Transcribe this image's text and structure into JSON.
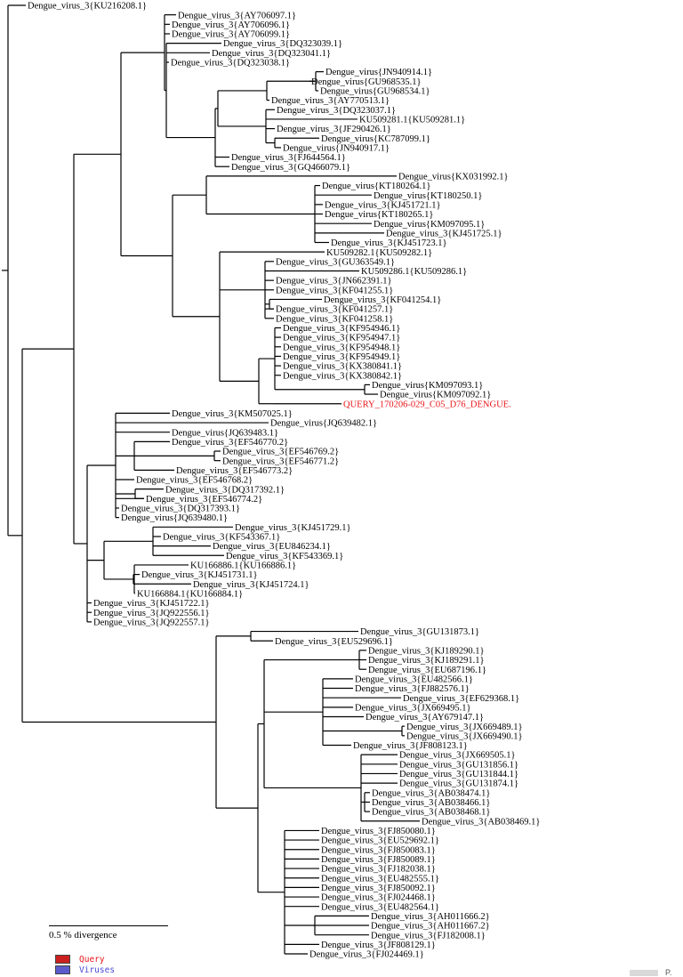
{
  "tree": {
    "leaves": [
      {
        "id": "L1",
        "label": "Dengue_virus_3{KU216208.1}"
      },
      {
        "id": "L2",
        "label": "Dengue_virus_3{AY706097.1}"
      },
      {
        "id": "L3",
        "label": "Dengue_virus_3{AY706096.1}"
      },
      {
        "id": "L4",
        "label": "Dengue_virus_3{AY706099.1}"
      },
      {
        "id": "L5",
        "label": "Dengue_virus_3{DQ323039.1}"
      },
      {
        "id": "L6",
        "label": "Dengue_virus_3{DQ323041.1}"
      },
      {
        "id": "L7",
        "label": "Dengue_virus_3{DQ323038.1}"
      },
      {
        "id": "L8",
        "label": "Dengue_virus{JN940914.1}"
      },
      {
        "id": "L9",
        "label": "Dengue_virus{GU968535.1}"
      },
      {
        "id": "L10",
        "label": "Dengue_virus{GU968534.1}"
      },
      {
        "id": "L11",
        "label": "Dengue_virus_3{AY770513.1}"
      },
      {
        "id": "L12",
        "label": "Dengue_virus_3{DQ323037.1}"
      },
      {
        "id": "L13",
        "label": "KU509281.1{KU509281.1}"
      },
      {
        "id": "L14",
        "label": "Dengue_virus_3{JF290426.1}"
      },
      {
        "id": "L15",
        "label": "Dengue_virus{KC787099.1}"
      },
      {
        "id": "L16",
        "label": "Dengue_virus{JN940917.1}"
      },
      {
        "id": "L17",
        "label": "Dengue_virus_3{FJ644564.1}"
      },
      {
        "id": "L18",
        "label": "Dengue_virus_3{GQ466079.1}"
      },
      {
        "id": "L19",
        "label": "Dengue_virus{KX031992.1}"
      },
      {
        "id": "L20",
        "label": "Dengue_virus{KT180264.1}"
      },
      {
        "id": "L21",
        "label": "Dengue_virus{KT180250.1}"
      },
      {
        "id": "L22",
        "label": "Dengue_virus_3{KJ451721.1}"
      },
      {
        "id": "L23",
        "label": "Dengue_virus{KT180265.1}"
      },
      {
        "id": "L24",
        "label": "Dengue_virus{KM097095.1}"
      },
      {
        "id": "L25",
        "label": "Dengue_virus_3{KJ451725.1}"
      },
      {
        "id": "L26",
        "label": "Dengue_virus_3{KJ451723.1}"
      },
      {
        "id": "L27",
        "label": "KU509282.1{KU509282.1}"
      },
      {
        "id": "L28",
        "label": "Dengue_virus_3{GU363549.1}"
      },
      {
        "id": "L29",
        "label": "KU509286.1{KU509286.1}"
      },
      {
        "id": "L30",
        "label": "Dengue_virus_3{JN662391.1}"
      },
      {
        "id": "L31",
        "label": "Dengue_virus_3{KF041255.1}"
      },
      {
        "id": "L32",
        "label": "Dengue_virus_3{KF041254.1}"
      },
      {
        "id": "L33",
        "label": "Dengue_virus_3{KF041257.1}"
      },
      {
        "id": "L34",
        "label": "Dengue_virus_3{KF041258.1}"
      },
      {
        "id": "L35",
        "label": "Dengue_virus_3{KF954946.1}"
      },
      {
        "id": "L36",
        "label": "Dengue_virus_3{KF954947.1}"
      },
      {
        "id": "L37",
        "label": "Dengue_virus_3{KF954948.1}"
      },
      {
        "id": "L38",
        "label": "Dengue_virus_3{KF954949.1}"
      },
      {
        "id": "L39",
        "label": "Dengue_virus_3{KX380841.1}"
      },
      {
        "id": "L40",
        "label": "Dengue_virus_3{KX380842.1}"
      },
      {
        "id": "L41",
        "label": "Dengue_virus{KM097093.1}"
      },
      {
        "id": "L42",
        "label": "Dengue_virus{KM097092.1}"
      },
      {
        "id": "L43",
        "label": "QUERY_170206-029_C05_D76_DENGUE.",
        "query": true
      },
      {
        "id": "L44",
        "label": "Dengue_virus_3{KM507025.1}"
      },
      {
        "id": "L45",
        "label": "Dengue_virus{JQ639482.1}"
      },
      {
        "id": "L46",
        "label": "Dengue_virus{JQ639483.1}"
      },
      {
        "id": "L47",
        "label": "Dengue_virus_3{EF546770.2}"
      },
      {
        "id": "L48",
        "label": "Dengue_virus_3{EF546769.2}"
      },
      {
        "id": "L49",
        "label": "Dengue_virus_3{EF546771.2}"
      },
      {
        "id": "L50",
        "label": "Dengue_virus_3{EF546773.2}"
      },
      {
        "id": "L51",
        "label": "Dengue_virus_3{EF546768.2}"
      },
      {
        "id": "L52",
        "label": "Dengue_virus_3{DQ317392.1}"
      },
      {
        "id": "L53",
        "label": "Dengue_virus_3{EF546774.2}"
      },
      {
        "id": "L54",
        "label": "Dengue_virus_3{DQ317393.1}"
      },
      {
        "id": "L55",
        "label": "Dengue_virus{JQ639480.1}"
      },
      {
        "id": "L56",
        "label": "Dengue_virus_3{KJ451729.1}"
      },
      {
        "id": "L57",
        "label": "Dengue_virus_3{KF543367.1}"
      },
      {
        "id": "L58",
        "label": "Dengue_virus_3{EU846234.1}"
      },
      {
        "id": "L59",
        "label": "Dengue_virus_3{KF543369.1}"
      },
      {
        "id": "L60",
        "label": "KU166886.1{KU166886.1}"
      },
      {
        "id": "L61",
        "label": "Dengue_virus_3{KJ451731.1}"
      },
      {
        "id": "L62",
        "label": "Dengue_virus_3{KJ451724.1}"
      },
      {
        "id": "L63",
        "label": "KU166884.1{KU166884.1}"
      },
      {
        "id": "L64",
        "label": "Dengue_virus_3{KJ451722.1}"
      },
      {
        "id": "L65",
        "label": "Dengue_virus_3{JQ922556.1}"
      },
      {
        "id": "L66",
        "label": "Dengue_virus_3{JQ922557.1}"
      },
      {
        "id": "L67",
        "label": "Dengue_virus_3{GU131873.1}"
      },
      {
        "id": "L68",
        "label": "Dengue_virus_3{EU529696.1}"
      },
      {
        "id": "L69",
        "label": "Dengue_virus_3{KJ189290.1}"
      },
      {
        "id": "L70",
        "label": "Dengue_virus_3{KJ189291.1}"
      },
      {
        "id": "L71",
        "label": "Dengue_virus_3{EU687196.1}"
      },
      {
        "id": "L72",
        "label": "Dengue_virus_3{EU482566.1}"
      },
      {
        "id": "L73",
        "label": "Dengue_virus_3{FJ882576.1}"
      },
      {
        "id": "L74",
        "label": "Dengue_virus_3{EF629368.1}"
      },
      {
        "id": "L75",
        "label": "Dengue_virus_3{JX669495.1}"
      },
      {
        "id": "L76",
        "label": "Dengue_virus_3{AY679147.1}"
      },
      {
        "id": "L77",
        "label": "Dengue_virus_3{JX669489.1}"
      },
      {
        "id": "L78",
        "label": "Dengue_virus_3{JX669490.1}"
      },
      {
        "id": "L79",
        "label": "Dengue_virus_3{JF808123.1}"
      },
      {
        "id": "L80",
        "label": "Dengue_virus_3{JX669505.1}"
      },
      {
        "id": "L81",
        "label": "Dengue_virus_3{GU131856.1}"
      },
      {
        "id": "L82",
        "label": "Dengue_virus_3{GU131844.1}"
      },
      {
        "id": "L83",
        "label": "Dengue_virus_3{GU131874.1}"
      },
      {
        "id": "L84",
        "label": "Dengue_virus_3{AB038474.1}"
      },
      {
        "id": "L85",
        "label": "Dengue_virus_3{AB038466.1}"
      },
      {
        "id": "L86",
        "label": "Dengue_virus_3{AB038468.1}"
      },
      {
        "id": "L87",
        "label": "Dengue_virus_3{AB038469.1}"
      },
      {
        "id": "L88",
        "label": "Dengue_virus_3{FJ850080.1}"
      },
      {
        "id": "L89",
        "label": "Dengue_virus_3{EU529692.1}"
      },
      {
        "id": "L90",
        "label": "Dengue_virus_3{FJ850083.1}"
      },
      {
        "id": "L91",
        "label": "Dengue_virus_3{FJ850089.1}"
      },
      {
        "id": "L92",
        "label": "Dengue_virus_3{FJ182038.1}"
      },
      {
        "id": "L93",
        "label": "Dengue_virus_3{EU482555.1}"
      },
      {
        "id": "L94",
        "label": "Dengue_virus_3{FJ850092.1}"
      },
      {
        "id": "L95",
        "label": "Dengue_virus_3{FJ024468.1}"
      },
      {
        "id": "L96",
        "label": "Dengue_virus_3{EU482564.1}"
      },
      {
        "id": "L97",
        "label": "Dengue_virus_3{AH011666.2}"
      },
      {
        "id": "L98",
        "label": "Dengue_virus_3{AH011667.2}"
      },
      {
        "id": "L99",
        "label": "Dengue_virus_3{FJ182008.1}"
      },
      {
        "id": "L100",
        "label": "Dengue_virus_3{JF808129.1}"
      },
      {
        "id": "L101",
        "label": "Dengue_virus_3{FJ024469.1}"
      }
    ]
  },
  "scale": {
    "label": "0.5 % divergence"
  },
  "legend": [
    {
      "label": "Query",
      "color": "#cc1f1f",
      "text_color": "#e8151a"
    },
    {
      "label": "Viruses",
      "color": "#5a5acd",
      "text_color": "#4a4ad8"
    }
  ],
  "corner": {
    "label": "P."
  }
}
